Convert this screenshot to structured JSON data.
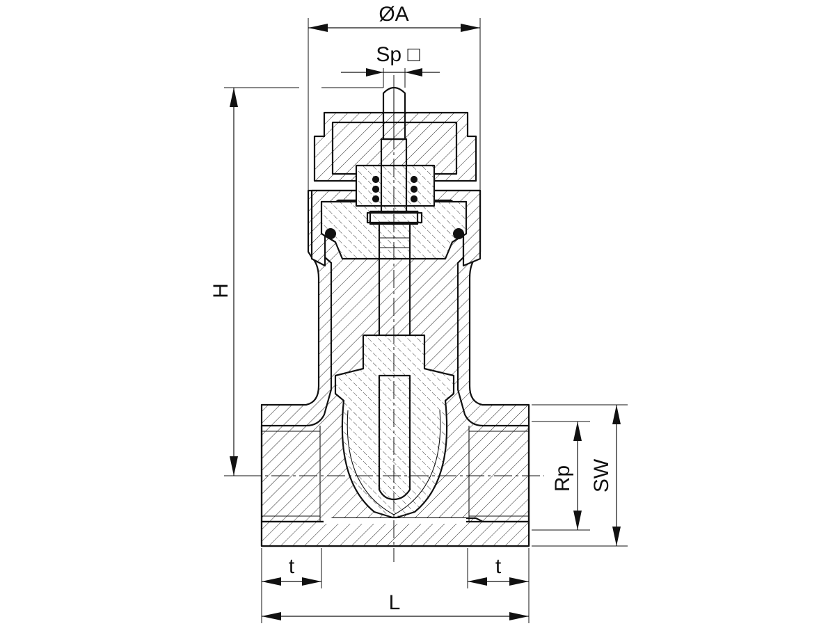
{
  "dimensions": {
    "diameter_a": "ØA",
    "square_sp": "Sp □",
    "height": "H",
    "thread": "Rp",
    "wrench_size": "SW",
    "thread_depth_left": "t",
    "thread_depth_right": "t",
    "length": "L"
  },
  "style": {
    "line_color": "#111111",
    "background": "#ffffff"
  }
}
